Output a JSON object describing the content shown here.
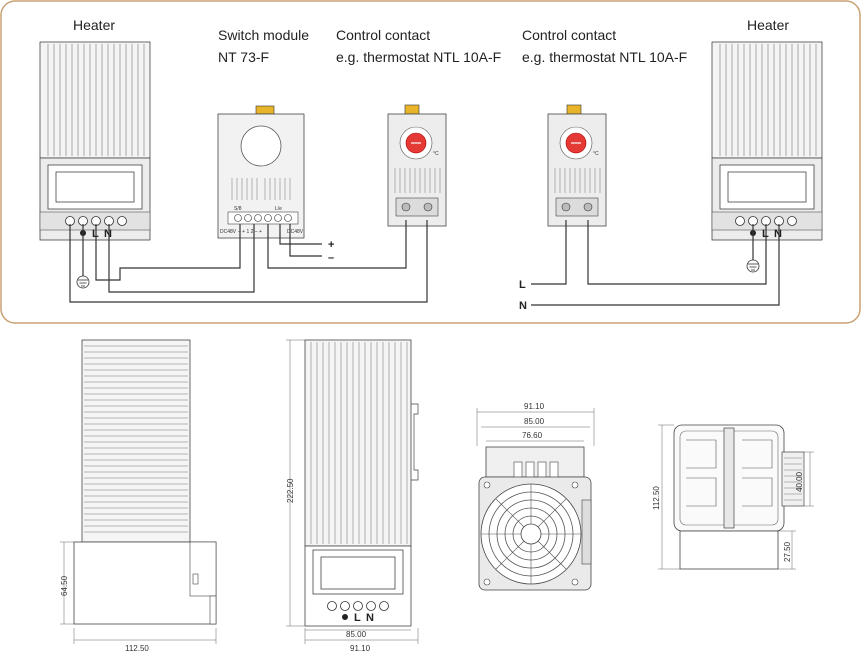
{
  "wiring": {
    "heater_left": "Heater",
    "switch_module": "Switch module",
    "switch_model": "NT 73-F",
    "control_contact_1": "Control contact",
    "control_contact_1_example": "e.g. thermostat NTL 10A-F",
    "control_contact_2": "Control contact",
    "control_contact_2_example": "e.g. thermostat NTL 10A-F",
    "heater_right": "Heater",
    "plus": "+",
    "minus": "–",
    "L": "L",
    "N": "N",
    "terminal_L": "L",
    "terminal_N": "N",
    "celsius": "°C",
    "module_label_left": "DC48V",
    "module_label_right": "DC48V",
    "module_terminals": "–  +  1  2  –  +",
    "module_label_s": "S/8",
    "module_label_lo": "L/e"
  },
  "dimensions": {
    "side_height_64": "64.50",
    "side_width": "112.50",
    "front_height": "222.50",
    "front_width_85": "85.00",
    "front_width_91": "91.10",
    "top_91": "91.10",
    "top_85": "85.00",
    "top_76": "76.60",
    "back_height": "112.50",
    "back_40": "40.00",
    "back_27": "27.50",
    "front_L": "L",
    "front_N": "N"
  }
}
